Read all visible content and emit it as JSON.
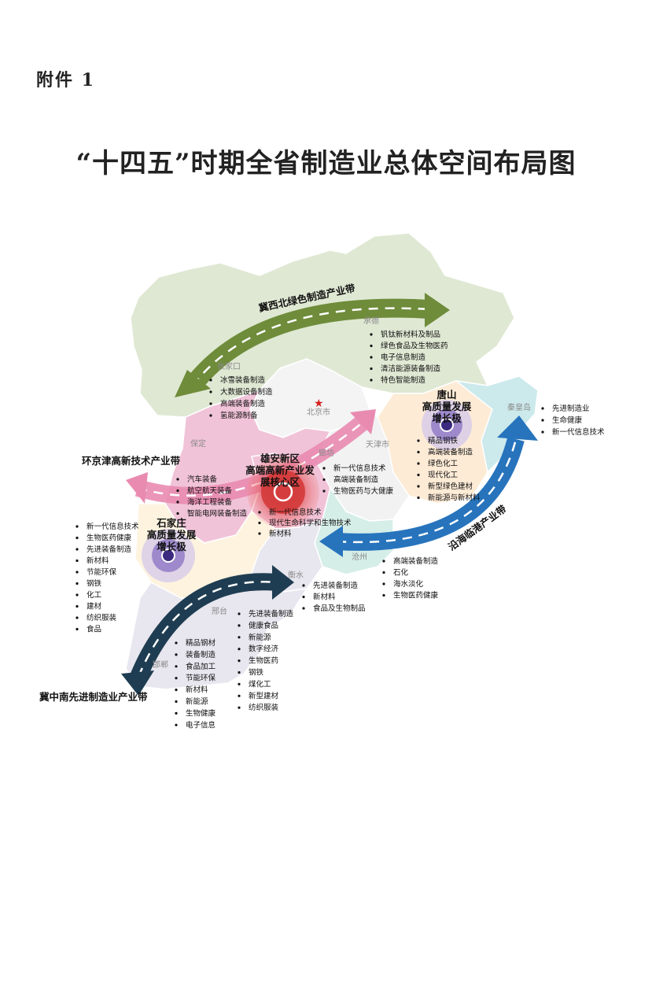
{
  "header": {
    "attachment_label": "附件 1",
    "title": "“十四五”时期全省制造业总体空间布局图"
  },
  "map": {
    "colors": {
      "chengde_zhangjiakou": "#dfe8d3",
      "baoding": "#f1c3d8",
      "langfang_tianjin": "#f2f2f2",
      "tangshan": "#fdebd6",
      "qinhuangdao": "#cce9ec",
      "cangzhou": "#d6eee8",
      "shijiazhuang": "#fdf3df",
      "south": "#e8e6ee",
      "northwest_belt": "#6e8c3a",
      "beijing_tianjin_belt": "#e98bb1",
      "coastal_belt": "#2774bd",
      "south_belt": "#1f3d52",
      "xiongan_core": "#d43a3a",
      "growth_pole": "#7d66b6"
    },
    "cities": {
      "chengde": "承德",
      "zhangjiakou": "张家口",
      "beijing": "北京市",
      "tianjin": "天津市",
      "langfang": "廊坊",
      "baoding": "保定",
      "qinhuangdao": "秦皇岛",
      "cangzhou": "沧州",
      "hengshui": "衡水",
      "xingtai": "邢台",
      "handan": "邯郸"
    },
    "belts": {
      "northwest": "冀西北绿色制造产业带",
      "beijing_tianjin": "环京津高新技术产业带",
      "coastal": "沿海临港产业带",
      "south": "冀中南先进制造业产业带"
    },
    "hubs": {
      "xiongan": [
        "雄安新区",
        "高端高新产业发",
        "展核心区"
      ],
      "tangshan": [
        "唐山",
        "高质量发展",
        "增长极"
      ],
      "shijiazhuang": [
        "石家庄",
        "高质量发展",
        "增长极"
      ]
    },
    "industries": {
      "chengde": [
        "钒钛新材料及制品",
        "绿色食品及生物医药",
        "电子信息制造",
        "清洁能源装备制造",
        "特色智能制造"
      ],
      "zhangjiakou": [
        "冰雪装备制造",
        "大数据设备制造",
        "高端装备制造",
        "氢能源制备"
      ],
      "qinhuangdao": [
        "先进制造业",
        "生命健康",
        "新一代信息技术"
      ],
      "tangshan": [
        "精品钢铁",
        "高端装备制造",
        "绿色化工",
        "现代化工",
        "新型绿色建材",
        "新能源与新材料"
      ],
      "langfang": [
        "新一代信息技术",
        "高端装备制造",
        "生物医药与大健康"
      ],
      "baoding": [
        "汽车装备",
        "航空航天装备",
        "海洋工程装备",
        "智能电网装备制造"
      ],
      "xiongan": [
        "新一代信息技术",
        "现代生命科学和生物技术",
        "新材料"
      ],
      "shijiazhuang": [
        "新一代信息技术",
        "生物医药健康",
        "先进装备制造",
        "新材料",
        "节能环保",
        "钢铁",
        "化工",
        "建材",
        "纺织服装",
        "食品"
      ],
      "cangzhou": [
        "高端装备制造",
        "石化",
        "海水淡化",
        "生物医药健康"
      ],
      "hengshui": [
        "先进装备制造",
        "新材料",
        "食品及生物制品"
      ],
      "xingtai": [
        "先进装备制造",
        "健康食品",
        "新能源",
        "数字经济",
        "生物医药",
        "钢铁",
        "煤化工",
        "新型建材",
        "纺织服装"
      ],
      "handan": [
        "精品钢材",
        "装备制造",
        "食品加工",
        "节能环保",
        "新材料",
        "新能源",
        "生物健康",
        "电子信息"
      ]
    }
  }
}
